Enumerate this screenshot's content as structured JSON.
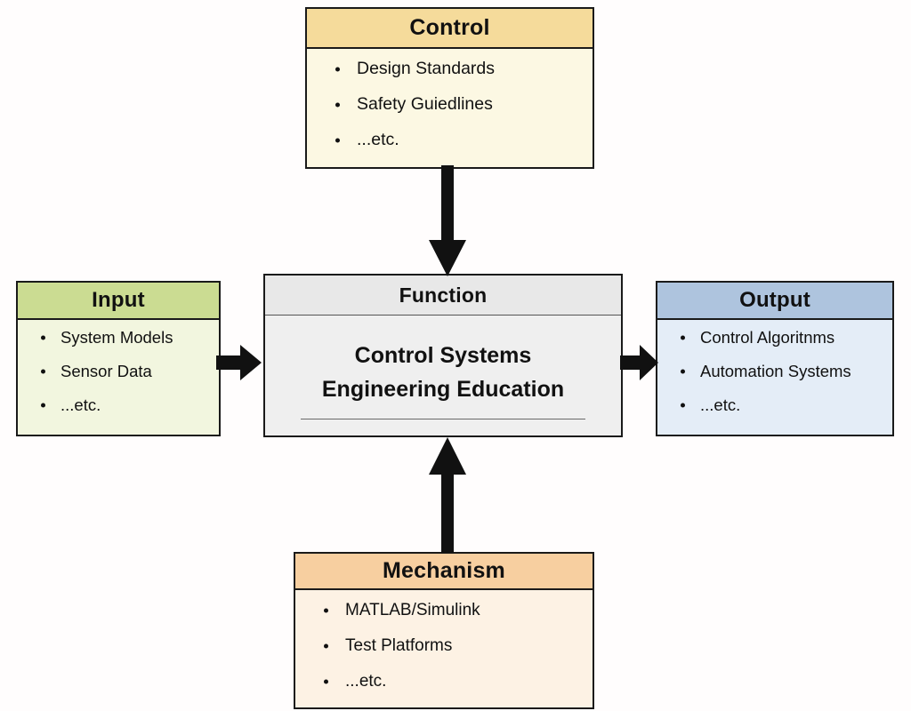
{
  "diagram": {
    "type": "IDEF0 function block diagram",
    "background_color": "#ffffff",
    "arrow_color": "#111111"
  },
  "control": {
    "title": "Control",
    "header_color": "#f5db9b",
    "body_color": "#fcf8e3",
    "items": [
      "Design Standards",
      "Safety Guiedlines",
      "...etc."
    ]
  },
  "input": {
    "title": "Input",
    "header_color": "#cbdc92",
    "body_color": "#f2f6df",
    "items": [
      "System Models",
      "Sensor Data",
      "...etc."
    ]
  },
  "function": {
    "header": "Function",
    "title": "Control Systems\nEngineering Education",
    "header_color": "#e8e8e8",
    "body_color": "#efefef"
  },
  "output": {
    "title": "Output",
    "header_color": "#aec4de",
    "body_color": "#e4edf7",
    "items": [
      "Control Algoritnms",
      "Automation Systems",
      "...etc."
    ]
  },
  "mechanism": {
    "title": "Mechanism",
    "header_color": "#f7cfa0",
    "body_color": "#fdf2e4",
    "items": [
      "MATLAB/Simulink",
      "Test Platforms",
      "...etc."
    ]
  },
  "arrows": [
    {
      "name": "control-to-function",
      "direction": "down"
    },
    {
      "name": "input-to-function",
      "direction": "right"
    },
    {
      "name": "function-to-output",
      "direction": "right"
    },
    {
      "name": "mechanism-to-function",
      "direction": "up"
    }
  ]
}
